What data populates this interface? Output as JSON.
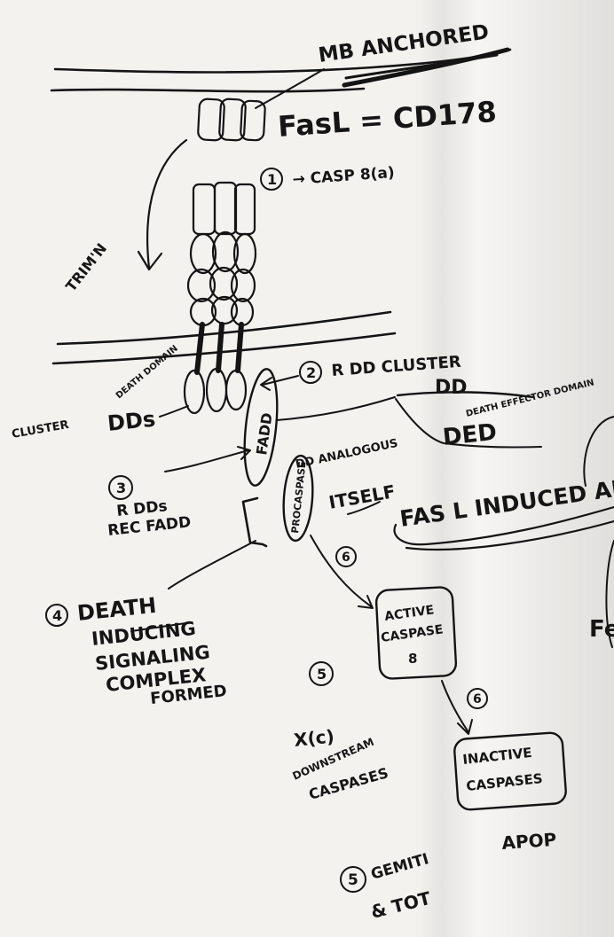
{
  "labels": {
    "mb_anchored": "MB ANCHORED",
    "fasl_cd178": "FasL = CD178",
    "step1_num": "1",
    "casp8": "→ CASP 8(a)",
    "trimer": "TRIM'N",
    "death_domain": "DEATH DOMAIN",
    "dds": "DDs",
    "cluster_left": "CLUSTER",
    "step2_num": "2",
    "step2_text": "R DD CLUSTER",
    "dd_right": "DD",
    "death_effector_domain": "DEATH EFFECTOR DOMAIN",
    "ded": "DED",
    "fadd": "FADD",
    "step3_num": "3",
    "step3_text1": "R DDs",
    "step3_text2": "REC FADD",
    "procaspase": "PROCASPASE",
    "analogous": "DD ANALOGOUS",
    "itself": "ITSELF",
    "fasl_induced": "FAS L INDUCED APO",
    "step4_num": "4",
    "disc_line1": "DEATH",
    "disc_line2_struck": "INDUCING",
    "disc_line3": "SIGNALING",
    "disc_line4": "COMPLEX",
    "disc_line5": "FORMED",
    "step6_num": "6",
    "active_casp_1": "ACTIVE",
    "active_casp_2": "CASPASE",
    "active_casp_3": "8",
    "step5_num": "5",
    "x_cv": "X(c)",
    "downstream_1": "DOWNSTREAM",
    "downstream_2": "CASPASES",
    "step6b_num": "6",
    "inactive_1": "INACTIVE",
    "inactive_2": "CASPASES",
    "apop": "APOP",
    "fe_partial": "Fe",
    "step5b_num": "5",
    "gemiti_1": "GEMITI",
    "gemiti_2": "& TOT"
  }
}
